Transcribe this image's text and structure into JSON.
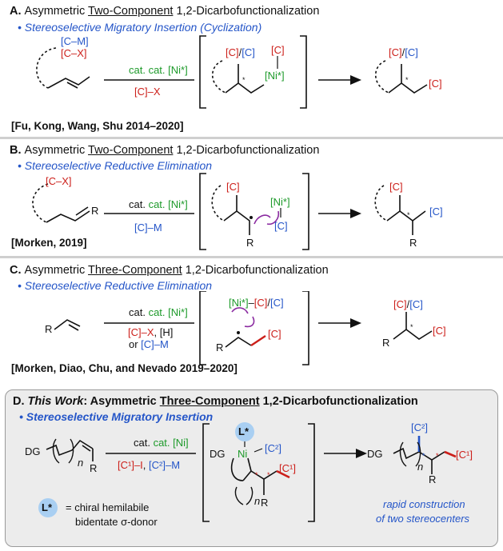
{
  "panelA": {
    "header_prefix": "A. ",
    "header_pre": "Asymmetric ",
    "header_ul": "Two-Component",
    "header_post": " 1,2-Dicarbofunctionalization",
    "subtitle": "Stereoselective Migratory Insertion (Cyclization)",
    "reagent_top": "cat. [Ni*]",
    "reagent_bottom": "[C]–X",
    "substrate_top": "[C–M]",
    "substrate_bottom": "[C–X]",
    "int_c1": "[C]",
    "int_slash": "/",
    "int_c2": "[C]",
    "int_c3": "[C]",
    "int_ni": "[Ni*]",
    "prod_c1": "[C]",
    "prod_slash": "/",
    "prod_c2": "[C]",
    "prod_c3": "[C]",
    "ref": "[Fu, Kong, Wang, Shu 2014–2020]"
  },
  "panelB": {
    "header_prefix": "B. ",
    "header_pre": "Asymmetric ",
    "header_ul": "Two-Component",
    "header_post": " 1,2-Dicarbofunctionalization",
    "subtitle": "Stereoselective Reductive Elimination",
    "reagent_top": "cat. [Ni*]",
    "reagent_bottom": "[C]–M",
    "substrate_cx": "[C–X]",
    "substrate_r": "R",
    "int_c1": "[C]",
    "int_ni": "[Ni*]",
    "int_c2": "[C]",
    "int_r": "R",
    "prod_c1": "[C]",
    "prod_c2": "[C]",
    "prod_r": "R",
    "ref": "[Morken, 2019]"
  },
  "panelC": {
    "header_prefix": "C. ",
    "header_pre": "Asymmetric ",
    "header_ul": "Three-Component",
    "header_post": " 1,2-Dicarbofunctionalization",
    "subtitle": "Stereoselective Reductive Elimination",
    "reagent_top": "cat. [Ni*]",
    "reagent_b1_red": "[C]–X",
    "reagent_b1_rest": ", [H]",
    "reagent_b2_or": "or ",
    "reagent_b2_blue": "[C]–M",
    "substrate_r": "R",
    "int_ni": "[Ni*]",
    "int_dash": "–",
    "int_c1": "[C]",
    "int_slash": "/",
    "int_c2": "[C]",
    "int_c3": "[C]",
    "int_r": "R",
    "prod_c1": "[C]",
    "prod_slash": "/",
    "prod_c2": "[C]",
    "prod_c3": "[C]",
    "prod_r": "R",
    "ref": "[Morken, Diao, Chu, and Nevado 2019–2020]"
  },
  "panelD": {
    "header_prefix": "D. ",
    "header_this": "This Work",
    "header_colon": ": Asymmetric ",
    "header_ul": "Three-Component",
    "header_post": " 1,2-Dicarbofunctionalization",
    "subtitle": "Stereoselective Migratory Insertion",
    "reagent_top": "cat. [Ni]",
    "reagent_b_red": "[C¹]–I",
    "reagent_b_comma": ", ",
    "reagent_b_blue": "[C²]–M",
    "substrate_dg": "DG",
    "substrate_n": "n",
    "substrate_r": "R",
    "int_l": "L*",
    "int_dg": "DG",
    "int_ni": "Ni",
    "int_c2": "[C²]",
    "int_c1": "[C¹]",
    "int_n": "n",
    "int_r": "R",
    "prod_dg": "DG",
    "prod_n": "n",
    "prod_c2": "[C²]",
    "prod_c1": "[C¹]",
    "prod_r": "R",
    "legend_l": "L*",
    "legend_text1": "= chiral hemilabile",
    "legend_text2": "bidentate σ-donor",
    "caption1": "rapid construction",
    "caption2": "of two stereocenters",
    "star": "*"
  },
  "colors": {
    "red": "#cc1f1a",
    "blue": "#2455c8",
    "green": "#1d9a2a",
    "ligand_bubble": "#a9cff2",
    "curl_arrow": "#8a2aa0"
  }
}
